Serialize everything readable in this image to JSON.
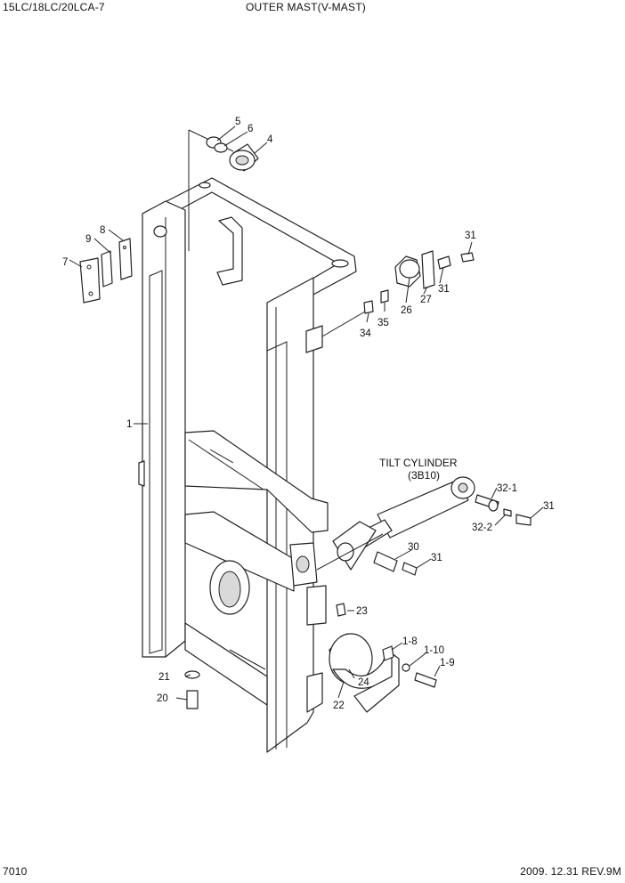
{
  "header": {
    "model": "15LC/18LC/20LCA-7",
    "title": "OUTER MAST(V-MAST)"
  },
  "footer": {
    "page_number": "7010",
    "revision": "2009. 12.31  REV.9M"
  },
  "diagram": {
    "caption_line1": "TILT CYLINDER",
    "caption_line2": "(3B10)",
    "labels": {
      "l1": "1",
      "l4": "4",
      "l5": "5",
      "l6": "6",
      "l7": "7",
      "l8": "8",
      "l9": "9",
      "l20": "20",
      "l21": "21",
      "l22": "22",
      "l23": "23",
      "l24": "24",
      "l26": "26",
      "l27": "27",
      "l30": "30",
      "l31a": "31",
      "l31b": "31",
      "l31c": "31",
      "l31d": "31",
      "l34": "34",
      "l35": "35",
      "l32_1": "32-1",
      "l32_2": "32-2",
      "l1_8": "1-8",
      "l1_9": "1-9",
      "l1_10": "1-10"
    }
  }
}
